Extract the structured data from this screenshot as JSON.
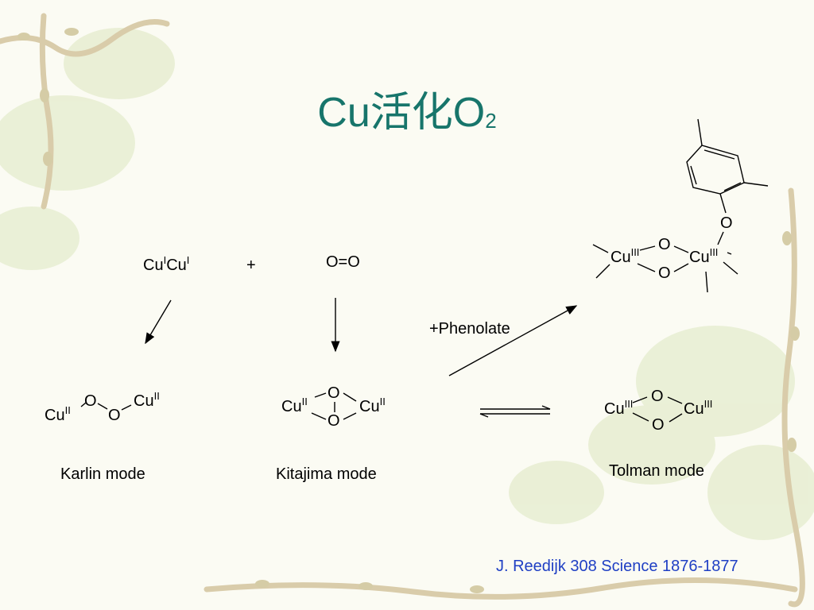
{
  "slide": {
    "title_main": "Cu活化O",
    "title_sub": "2",
    "reactants": {
      "copper_pair": {
        "cu": "Cu",
        "ox": "I"
      },
      "plus": "+",
      "dioxygen": "O=O"
    },
    "reagent_label": "+Phenolate",
    "modes": {
      "karlin": {
        "label": "Karlin mode",
        "metal": "Cu",
        "ox": "II",
        "oxygen": "O"
      },
      "kitajima": {
        "label": "Kitajima mode",
        "metal": "Cu",
        "ox": "II",
        "oxygen": "O"
      },
      "tolman": {
        "label": "Tolman mode",
        "metal": "Cu",
        "ox": "III",
        "oxygen": "O"
      }
    },
    "phenolate_complex": {
      "metal": "Cu",
      "ox": "III",
      "oxygen": "O"
    },
    "reference": "J. Reedijk 308 Science 1876-1877",
    "colors": {
      "title": "#17756b",
      "reference": "#1f3fc4",
      "vine": "#d9ccaa"
    }
  }
}
